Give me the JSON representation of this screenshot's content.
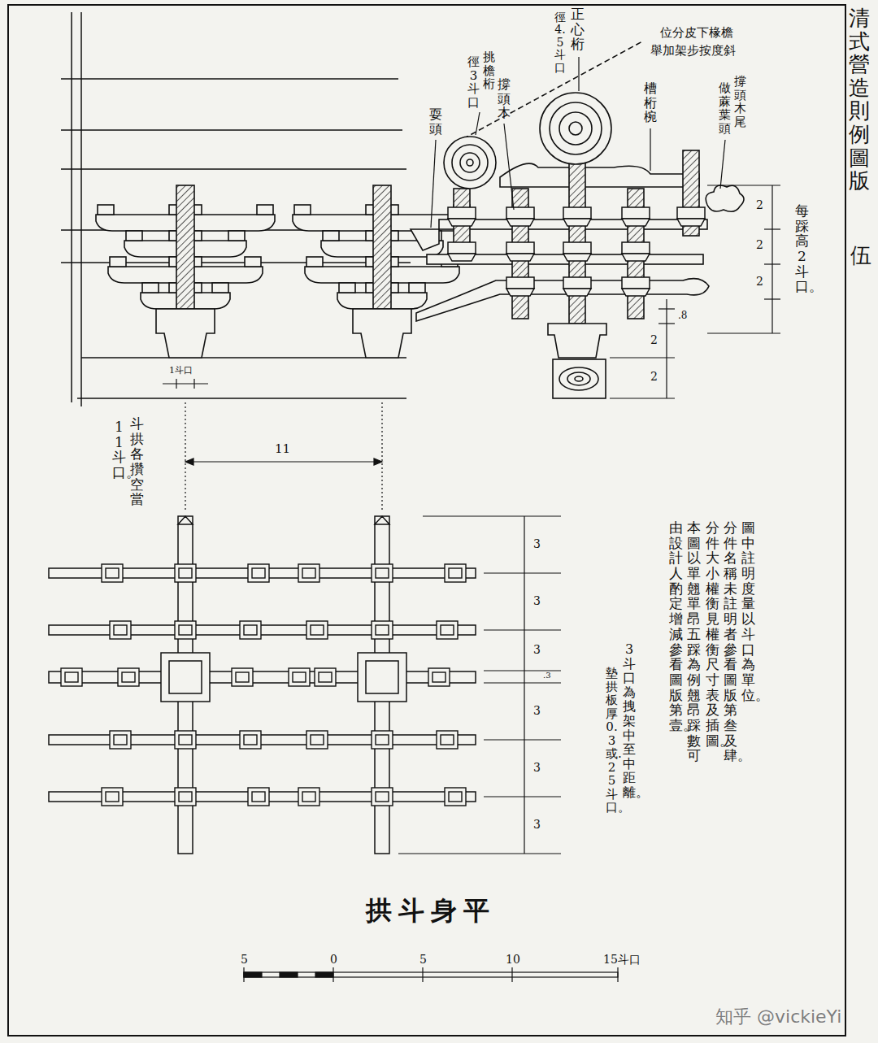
{
  "diagram": {
    "title": "平身斗拱",
    "labels": [
      "清式營造則例圖版",
      "伍",
      "正心桁",
      "徑4.5斗口",
      "挑檐桁",
      "徑3斗口",
      "耍頭",
      "撐頭木",
      "槽桁椀",
      "撐頭木尾",
      "做蔴葉頭",
      "檐椽下皮分位",
      "斜度按步架加舉",
      "2",
      "2",
      "2",
      ".8",
      "2",
      "2",
      "每踩高2斗口。",
      "1斗口",
      "斗拱各攢空當",
      "11斗口。",
      "11",
      "3",
      "3",
      "3",
      "3",
      "3",
      "3",
      ".3",
      "圖中註明度量以斗口為單位。",
      "分件名稱未註明者參看圖版第叁及肆。",
      "分件大小權衡見權衡尺寸表及插圖。",
      "本圖以單翹單昂五踩為例翹昂踩數可",
      "由設計人酌定增減參看圖版第壹。",
      "3斗口為拽架中至中距離。",
      "墊拱板厚0.3或.25斗口。",
      "5",
      "0",
      "5",
      "10",
      "15斗口",
      "知乎 @vickieYi"
    ]
  }
}
